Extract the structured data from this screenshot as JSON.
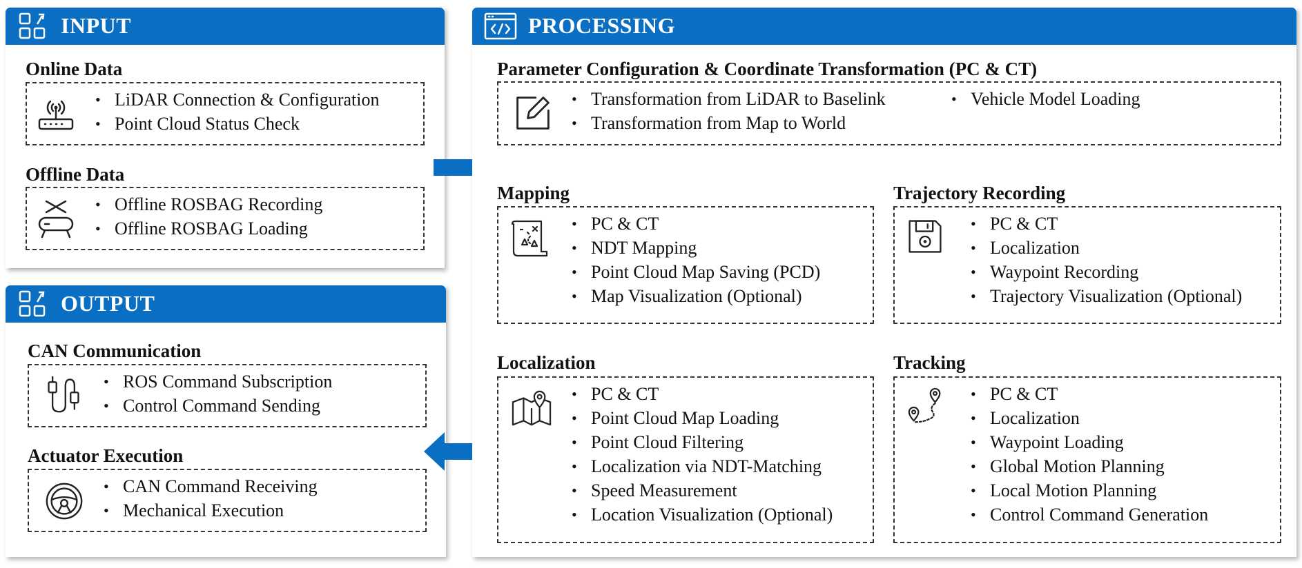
{
  "input": {
    "title": "INPUT",
    "online": {
      "title": "Online Data",
      "items": [
        "LiDAR Connection & Configuration",
        "Point Cloud Status Check"
      ],
      "icon": "router-icon"
    },
    "offline": {
      "title": "Offline Data",
      "items": [
        "Offline ROSBAG Recording",
        "Offline ROSBAG Loading"
      ],
      "icon": "storage-icon"
    }
  },
  "output": {
    "title": "OUTPUT",
    "can": {
      "title": "CAN Communication",
      "items": [
        "ROS Command Subscription",
        "Control Command Sending"
      ],
      "icon": "cable-icon"
    },
    "actuator": {
      "title": "Actuator Execution",
      "items": [
        "CAN Command Receiving",
        "Mechanical Execution"
      ],
      "icon": "steering-wheel-icon"
    }
  },
  "processing": {
    "title": "PROCESSING",
    "pcct": {
      "title": "Parameter Configuration & Coordinate Transformation (PC & CT)",
      "items_col1": [
        "Transformation from LiDAR to Baselink",
        "Transformation from Map to World"
      ],
      "items_col2": [
        "Vehicle Model Loading"
      ],
      "icon": "edit-icon"
    },
    "mapping": {
      "title": "Mapping",
      "items": [
        "PC & CT",
        "NDT Mapping",
        "Point Cloud Map Saving (PCD)",
        "Map Visualization (Optional)"
      ],
      "icon": "treasure-map-icon"
    },
    "trajectory": {
      "title": "Trajectory Recording",
      "items": [
        "PC & CT",
        "Localization",
        "Waypoint Recording",
        "Trajectory Visualization (Optional)"
      ],
      "icon": "floppy-disk-icon"
    },
    "localization": {
      "title": "Localization",
      "items": [
        "PC & CT",
        "Point Cloud Map Loading",
        "Point Cloud Filtering",
        "Localization via NDT-Matching",
        "Speed Measurement",
        "Location Visualization (Optional)"
      ],
      "icon": "map-pin-icon"
    },
    "tracking": {
      "title": "Tracking",
      "items": [
        "PC & CT",
        "Localization",
        "Waypoint Loading",
        "Global Motion Planning",
        "Local Motion Planning",
        "Control Command Generation"
      ],
      "icon": "route-icon"
    }
  },
  "colors": {
    "header": "#0a6fc2",
    "arrow": "#0a6fc2"
  }
}
